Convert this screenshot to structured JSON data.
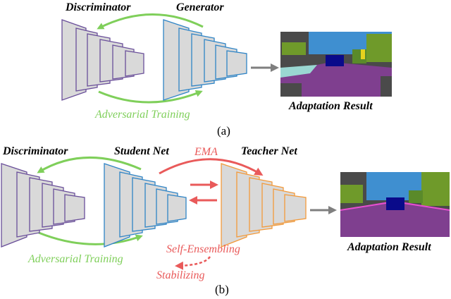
{
  "panel_a": {
    "discriminator_label": "Discriminator",
    "generator_label": "Generator",
    "adversarial_label": "Adversarial Training",
    "result_label": "Adaptation Result",
    "caption": "(a)"
  },
  "panel_b": {
    "discriminator_label": "Discriminator",
    "student_label": "Student Net",
    "teacher_label": "Teacher Net",
    "ema_label": "EMA",
    "self_ensembling_label": "Self-Ensembling",
    "stabilizing_label": "Stabilizing",
    "adversarial_label": "Adversarial Training",
    "result_label": "Adaptation Result",
    "caption": "(b)"
  },
  "colors": {
    "discriminator_edge": "#6a4f9a",
    "net_edge": "#2e84c6",
    "teacher_edge": "#f39a3a",
    "adversarial_arrow": "#7fcf5a",
    "ema_arrow": "#e95a5a",
    "output_arrow": "#7f7f7f",
    "block_fill": "#d9d9d9",
    "seg_sky": "#3f8fd0",
    "seg_road": "#7f3f8f",
    "seg_building": "#4a4a4a",
    "seg_vegetation": "#6f9a2a",
    "seg_car": "#0a0a8a"
  }
}
